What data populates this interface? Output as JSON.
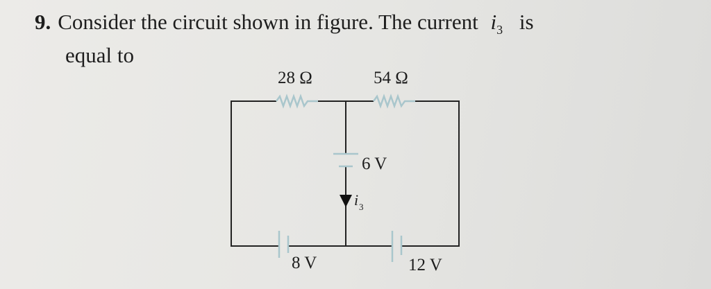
{
  "question": {
    "number": "9.",
    "text_line1": "Consider the circuit shown in figure. The current",
    "variable": "i",
    "subscript": "3",
    "text_after": "is",
    "text_line2": "equal to"
  },
  "circuit": {
    "resistor_left": "28 Ω",
    "resistor_right": "54 Ω",
    "battery_middle": "6 V",
    "battery_left": "8 V",
    "battery_right": "12 V",
    "current_label": "i",
    "current_subscript": "3"
  }
}
